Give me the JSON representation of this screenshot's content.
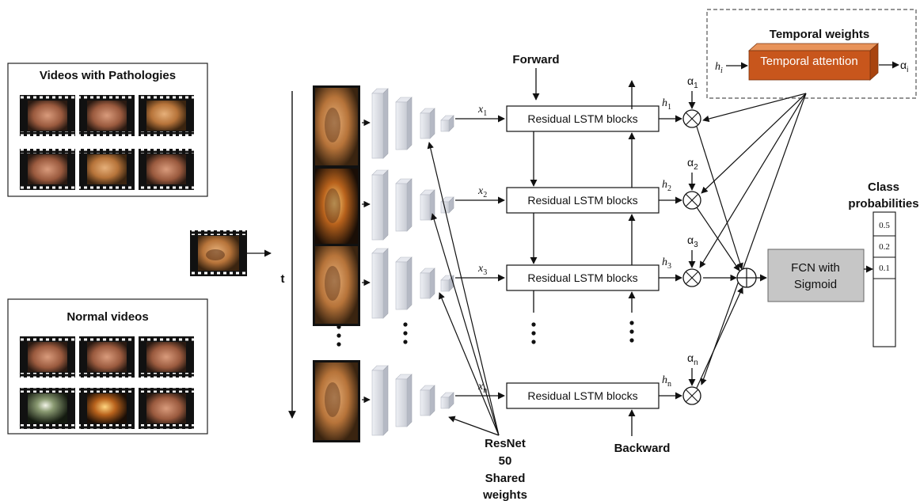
{
  "groups": {
    "pathology_title": "Videos with Pathologies",
    "normal_title": "Normal videos"
  },
  "axis": {
    "time_label": "t"
  },
  "flow": {
    "forward": "Forward",
    "backward": "Backward"
  },
  "resnet": {
    "line1": "ResNet",
    "line2": "50",
    "line3": "Shared",
    "line4": "weights"
  },
  "lstm": {
    "block_label": "Residual LSTM blocks"
  },
  "inputs": [
    {
      "sym": "x",
      "sub": "1"
    },
    {
      "sym": "x",
      "sub": "2"
    },
    {
      "sym": "x",
      "sub": "3"
    },
    {
      "sym": "x",
      "sub": "n"
    }
  ],
  "hidden": [
    {
      "sym": "h",
      "sub": "1"
    },
    {
      "sym": "h",
      "sub": "2"
    },
    {
      "sym": "h",
      "sub": "3"
    },
    {
      "sym": "h",
      "sub": "n"
    }
  ],
  "weights": [
    {
      "sym": "α",
      "sub": "1"
    },
    {
      "sym": "α",
      "sub": "2"
    },
    {
      "sym": "α",
      "sub": "3"
    },
    {
      "sym": "α",
      "sub": "n"
    }
  ],
  "attention": {
    "title": "Temporal weights",
    "box": "Temporal attention",
    "in_sym": "h",
    "in_sub": "i",
    "out_sym": "α",
    "out_sub": "i",
    "color": "#c8561c"
  },
  "fcn": {
    "line1": "FCN  with",
    "line2": "Sigmoid",
    "color": "#c6c6c6"
  },
  "output": {
    "title1": "Class",
    "title2": "probabilities",
    "values": [
      "0.5",
      "0.2",
      "0.1"
    ]
  }
}
